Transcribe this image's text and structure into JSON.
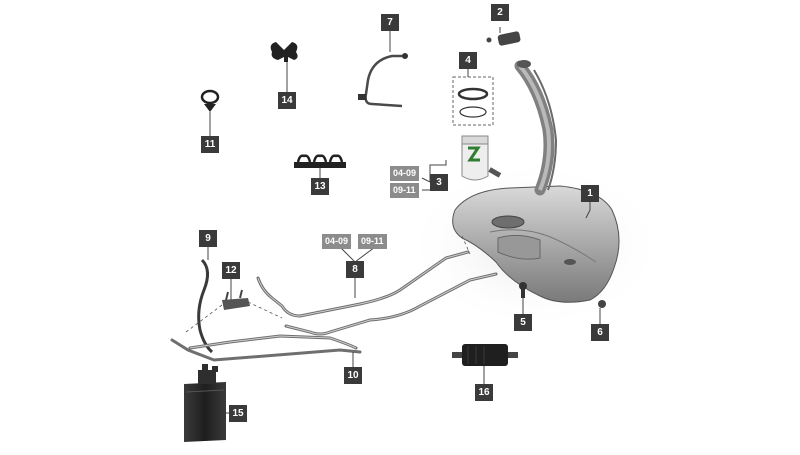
{
  "parts": [
    {
      "id": "part-1",
      "label": "1"
    },
    {
      "id": "part-2",
      "label": "2"
    },
    {
      "id": "part-3",
      "label": "3"
    },
    {
      "id": "part-4",
      "label": "4"
    },
    {
      "id": "part-5",
      "label": "5"
    },
    {
      "id": "part-6",
      "label": "6"
    },
    {
      "id": "part-7",
      "label": "7"
    },
    {
      "id": "part-8",
      "label": "8"
    },
    {
      "id": "part-9",
      "label": "9"
    },
    {
      "id": "part-10",
      "label": "10"
    },
    {
      "id": "part-11",
      "label": "11"
    },
    {
      "id": "part-12",
      "label": "12"
    },
    {
      "id": "part-13",
      "label": "13"
    },
    {
      "id": "part-14",
      "label": "14"
    },
    {
      "id": "part-15",
      "label": "15"
    },
    {
      "id": "part-16",
      "label": "16"
    }
  ],
  "variants": {
    "part3": [
      "04-09",
      "09-11"
    ],
    "part8": [
      "04-09",
      "09-11"
    ]
  },
  "colors": {
    "callout_bg": "#3a3a3a",
    "variant_bg": "#8c8c8c",
    "part_dark": "#2e2e2e",
    "tank_grey": "#b5b5b5"
  }
}
